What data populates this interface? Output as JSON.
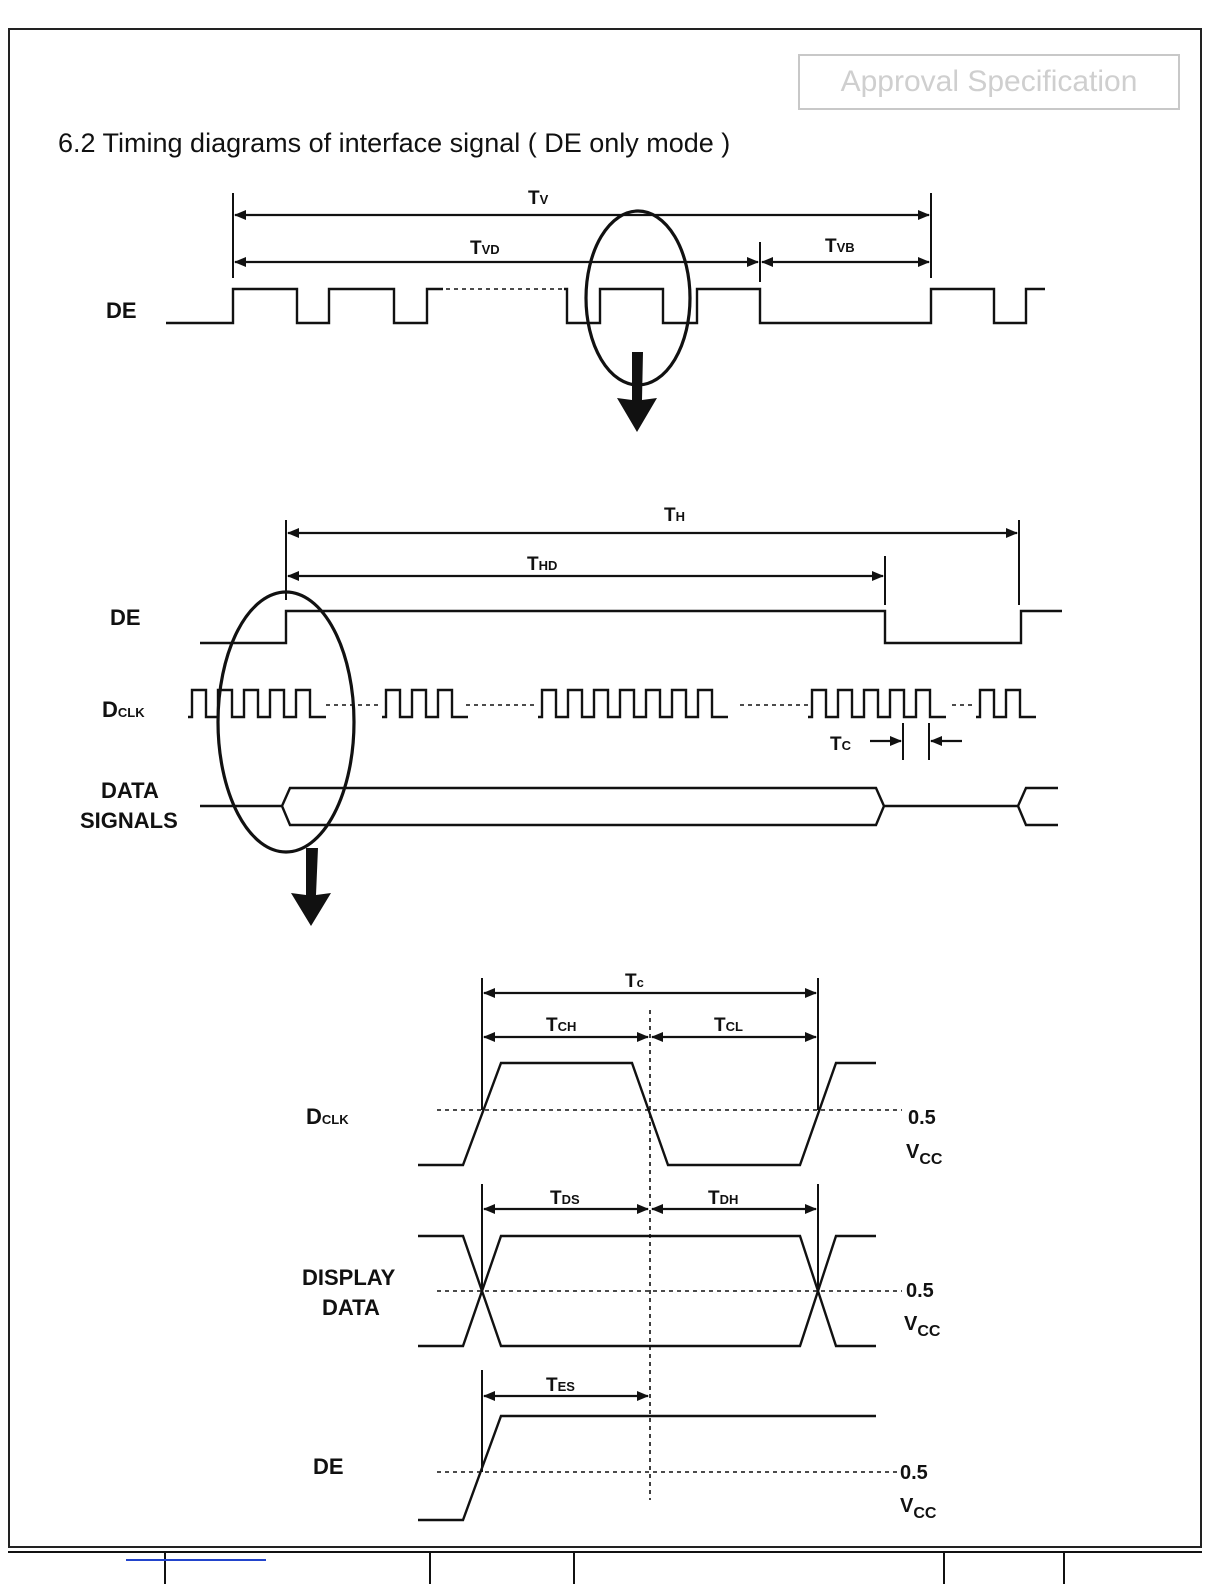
{
  "header": {
    "stamp_label": "Approval Specification",
    "section_title": "6.2  Timing diagrams of interface signal ( DE only mode )"
  },
  "frame_diagram": {
    "signal_label": "DE",
    "tv": {
      "main": "T",
      "sub": "V"
    },
    "tvd": {
      "main": "T",
      "sub": "VD"
    },
    "tvb": {
      "main": "T",
      "sub": "VB"
    }
  },
  "line_diagram": {
    "de_label": "DE",
    "dclk_label": {
      "main": "D",
      "sub": "CLK"
    },
    "data_label_line1": "DATA",
    "data_label_line2": "SIGNALS",
    "th": {
      "main": "T",
      "sub": "H"
    },
    "thd": {
      "main": "T",
      "sub": "HD"
    },
    "tc": {
      "main": "T",
      "sub": "C"
    }
  },
  "detail_diagram": {
    "dclk_label": {
      "main": "D",
      "sub": "CLK"
    },
    "display_data_line1": "DISPLAY",
    "display_data_line2": "DATA",
    "de_label": "DE",
    "tc": {
      "main": "T",
      "sub": "c"
    },
    "tch": {
      "main": "T",
      "sub": "CH"
    },
    "tcl": {
      "main": "T",
      "sub": "CL"
    },
    "tds": {
      "main": "T",
      "sub": "DS"
    },
    "tdh": {
      "main": "T",
      "sub": "DH"
    },
    "tes": {
      "main": "T",
      "sub": "ES"
    },
    "threshold_value": "0.5",
    "threshold_unit": "V",
    "threshold_sub": "CC"
  }
}
